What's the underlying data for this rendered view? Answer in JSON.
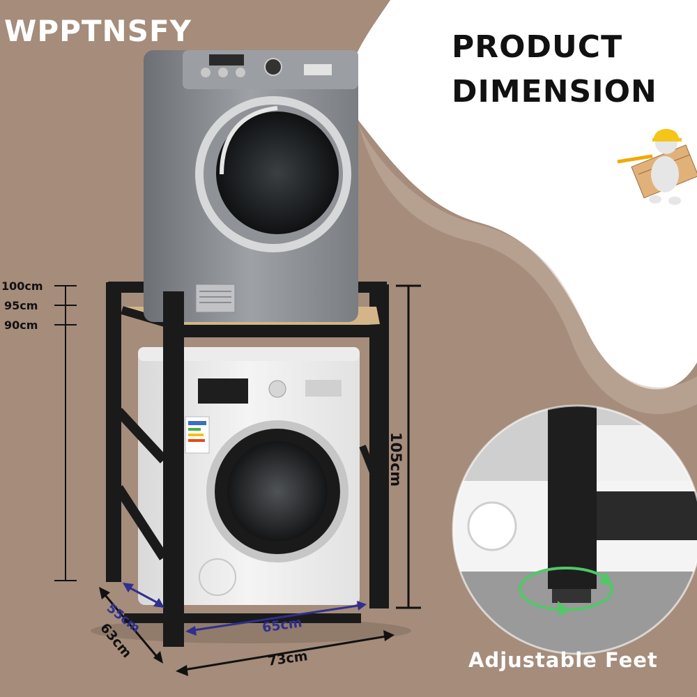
{
  "brand": "WPPTNSFY",
  "headline": {
    "line1": "PRODUCT",
    "line2": "DIMENSION"
  },
  "height_ticks": [
    "100cm",
    "95cm",
    "90cm"
  ],
  "dimensions": {
    "height": "105cm",
    "depth_inner": "55cm",
    "depth_outer": "63cm",
    "width_inner": "65cm",
    "width_outer": "73cm"
  },
  "feature_label": "Adjustable Feet",
  "colors": {
    "background": "#a58c7b",
    "swoosh": "#ffffff",
    "frame": "#1a1a1a",
    "shelf": "#d4b58a",
    "dim_arrow_inner": "#2f2f8f",
    "rotate_arrow": "#52c768"
  }
}
